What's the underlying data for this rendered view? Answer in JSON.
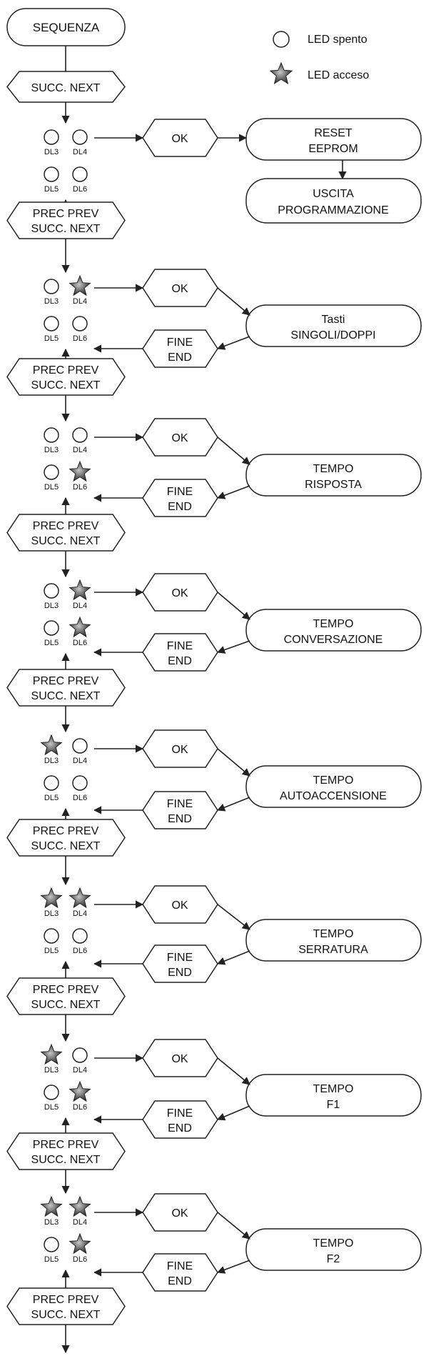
{
  "title": "SEQUENZA",
  "legend": {
    "off": "LED spento",
    "on": "LED acceso"
  },
  "nav": {
    "line1": "PREC PREV",
    "line2": "SUCC. NEXT",
    "first": "SUCC. NEXT"
  },
  "ok_label": "OK",
  "end_label": {
    "line1": "FINE",
    "line2": "END"
  },
  "led_names": [
    "DL3",
    "DL4",
    "DL5",
    "DL6"
  ],
  "steps": [
    {
      "leds": [
        false,
        false,
        false,
        false
      ],
      "action": {
        "line1": "RESET",
        "line2": "EEPROM"
      },
      "followup": {
        "line1": "USCITA",
        "line2": "PROGRAMMAZIONE"
      }
    },
    {
      "leds": [
        false,
        true,
        false,
        false
      ],
      "action": {
        "line1": "Tasti",
        "line2": "SINGOLI/DOPPI"
      }
    },
    {
      "leds": [
        false,
        false,
        false,
        true
      ],
      "action": {
        "line1": "TEMPO",
        "line2": "RISPOSTA"
      }
    },
    {
      "leds": [
        false,
        true,
        false,
        true
      ],
      "action": {
        "line1": "TEMPO",
        "line2": "CONVERSAZIONE"
      }
    },
    {
      "leds": [
        true,
        false,
        false,
        false
      ],
      "action": {
        "line1": "TEMPO",
        "line2": "AUTOACCENSIONE"
      }
    },
    {
      "leds": [
        true,
        true,
        false,
        false
      ],
      "action": {
        "line1": "TEMPO",
        "line2": "SERRATURA"
      }
    },
    {
      "leds": [
        true,
        false,
        false,
        true
      ],
      "action": {
        "line1": "TEMPO",
        "line2": "F1"
      }
    },
    {
      "leds": [
        true,
        true,
        false,
        true
      ],
      "action": {
        "line1": "TEMPO",
        "line2": "F2"
      }
    }
  ]
}
